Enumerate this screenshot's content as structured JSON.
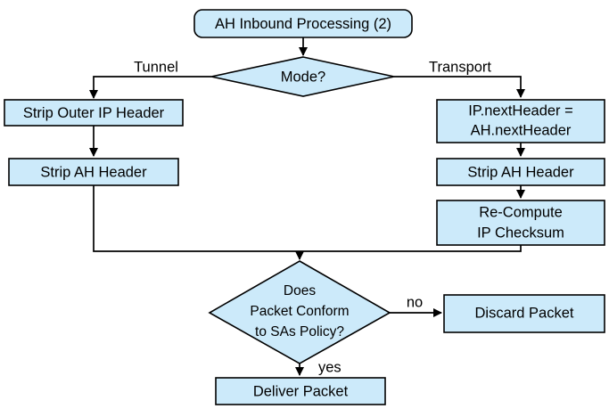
{
  "diagram": {
    "title": "AH Inbound Processing (2)",
    "palette": {
      "node_fill": "#cceafa",
      "node_stroke": "#000000",
      "background": "#ffffff",
      "text": "#000000"
    },
    "nodes": {
      "start": {
        "id": "ah-inbound-processing",
        "shape": "rounded-rectangle",
        "label": "AH Inbound Processing (2)"
      },
      "mode_decision": {
        "id": "mode-decision",
        "shape": "diamond",
        "label": "Mode?"
      },
      "strip_outer_ip_header": {
        "id": "strip-outer-ip-header",
        "shape": "rectangle",
        "label": "Strip Outer IP Header"
      },
      "strip_ah_header_tunnel": {
        "id": "strip-ah-header-tunnel",
        "shape": "rectangle",
        "label": "Strip AH Header"
      },
      "ip_next_header": {
        "id": "ip-next-header-assign",
        "shape": "rectangle",
        "line1": "IP.nextHeader =",
        "line2": "AH.nextHeader"
      },
      "strip_ah_header_transport": {
        "id": "strip-ah-header-transport",
        "shape": "rectangle",
        "label": "Strip AH Header"
      },
      "recompute_checksum": {
        "id": "recompute-ip-checksum",
        "shape": "rectangle",
        "line1": "Re-Compute",
        "line2": "IP Checksum"
      },
      "policy_decision": {
        "id": "policy-conform-decision",
        "shape": "diamond",
        "line1": "Does",
        "line2": "Packet Conform",
        "line3": "to SAs Policy?"
      },
      "discard_packet": {
        "id": "discard-packet",
        "shape": "rectangle",
        "label": "Discard Packet"
      },
      "deliver_packet": {
        "id": "deliver-packet",
        "shape": "rectangle",
        "label": "Deliver Packet"
      }
    },
    "edge_labels": {
      "tunnel": "Tunnel",
      "transport": "Transport",
      "no": "no",
      "yes": "yes"
    }
  }
}
